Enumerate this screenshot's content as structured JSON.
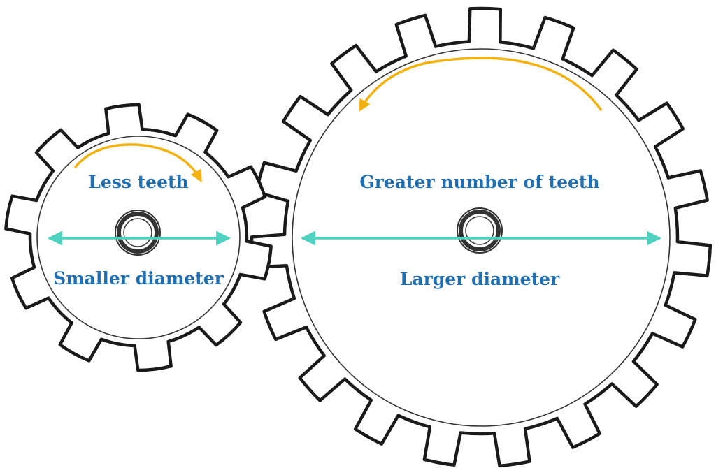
{
  "colors": {
    "label": "#1f6fb2",
    "diameter_arrow": "#4fd1c0",
    "rotation_arrow": "#f2b212",
    "gear_outline": "#1a1a1a"
  },
  "small_gear": {
    "teeth": 10,
    "teeth_label": "Less teeth",
    "diameter_label": "Smaller diameter",
    "rotation": "clockwise"
  },
  "large_gear": {
    "teeth": 19,
    "teeth_label": "Greater number of teeth",
    "diameter_label": "Larger diameter",
    "rotation": "counterclockwise"
  }
}
